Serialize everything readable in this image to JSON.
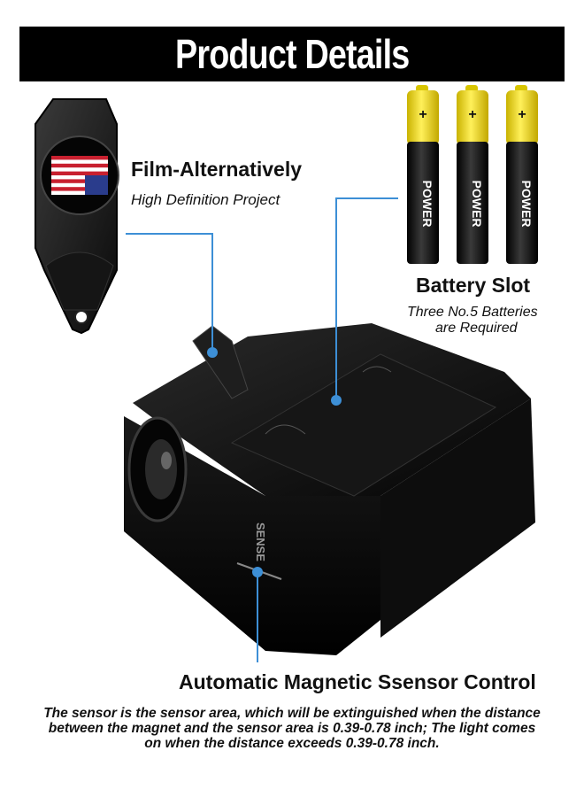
{
  "banner": {
    "title": "Product Details"
  },
  "film": {
    "title": "Film-Alternatively",
    "subtitle": "High Definition Project"
  },
  "battery": {
    "title": "Battery Slot",
    "subtitle_line1": "Three No.5 Batteries",
    "subtitle_line2": "are Required",
    "cell_label": "POWER"
  },
  "device": {
    "brand_mark": "SENSE"
  },
  "sensor": {
    "title": "Automatic Magnetic Ssensor Control",
    "description_lines": [
      "The sensor is the sensor area, which will be extinguished when the distance",
      "between the magnet and the sensor area is 0.39-0.78 inch; The light comes",
      "on when the distance exceeds 0.39-0.78 inch."
    ]
  },
  "colors": {
    "callout_line": "#3d8fd6",
    "battery_yellow": "#f2df1f",
    "banner_bg": "#000000"
  }
}
